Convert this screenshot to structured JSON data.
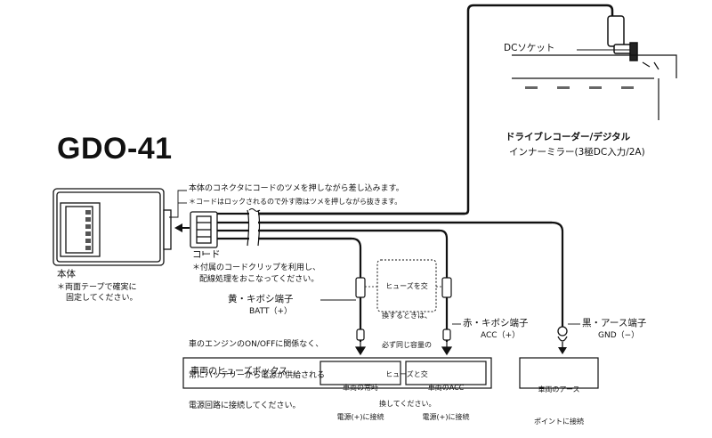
{
  "title": "GDO-41",
  "dc_socket_label": "DCソケット",
  "recorder": {
    "line1": "ドライブレコーダー/デジタル",
    "line2": "インナーミラー(3極DC入力/2A)"
  },
  "connector_note": {
    "line1": "本体のコネクタにコードのツメを押しながら差し込みます。",
    "line2": "＊コードはロックされるので外す際はツメを押しながら抜きます。"
  },
  "cord_label": "コード",
  "clip_note": {
    "line1": "＊付属のコードクリップを利用し、",
    "line2": "配線処理をおこなってください。"
  },
  "unit": {
    "label": "本体",
    "note_line1": "＊両面テープで確実に",
    "note_line2": "固定してください。"
  },
  "fuse_note": {
    "line1": "ヒューズを交",
    "line2": "換するときは、",
    "line3": "必ず同じ容量の",
    "line4": "ヒューズと交",
    "line5": "換してください。"
  },
  "batt": {
    "label": "黄・キボシ端子",
    "sub": "BATT（+）"
  },
  "engine_note": {
    "line1": "車のエンジンのON/OFFに関係なく、",
    "line2": "常にバッテリーから電源が供給される",
    "line3": "電源回路に接続してください。"
  },
  "acc": {
    "label": "赤・キボシ端子",
    "sub": "ACC（+）"
  },
  "gnd": {
    "label": "黒・アース端子",
    "sub": "GND（−）"
  },
  "fuse_box": {
    "label": "車両のヒューズボックス",
    "constant_line1": "車両の常時",
    "constant_line2": "電源(+)に接続",
    "acc_line1": "車両のACC",
    "acc_line2": "電源(+)に接続"
  },
  "ground_box": {
    "line1": "車両のアース",
    "line2": "ポイントに接続"
  }
}
